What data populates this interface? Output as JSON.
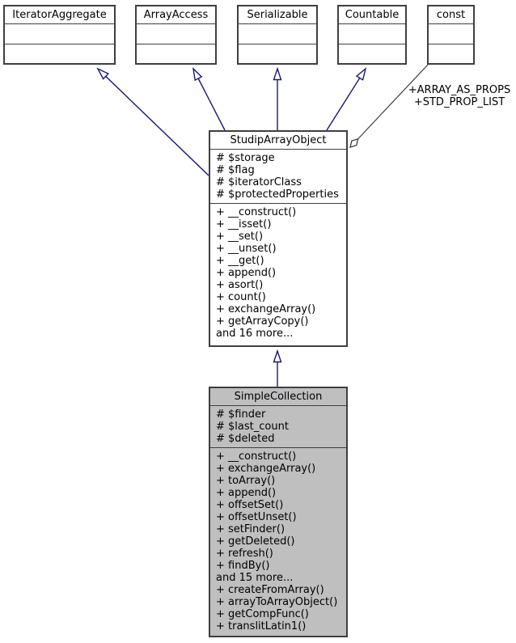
{
  "diagram": {
    "type": "uml-class-inheritance",
    "background": "#ffffff",
    "colors": {
      "inheritance_line": "#191970",
      "usage_line": "#3f3f3f",
      "box_border": "#3f3f3f",
      "box_fill": "#ffffff",
      "highlight_fill": "#bfbfbf",
      "text": "#000000"
    },
    "interfaces": [
      {
        "label": "IteratorAggregate"
      },
      {
        "label": "ArrayAccess"
      },
      {
        "label": "Serializable"
      },
      {
        "label": "Countable"
      },
      {
        "label": "const"
      }
    ],
    "parent_class": {
      "title": "StudipArrayObject",
      "attributes": [
        "# $storage",
        "# $flag",
        "# $iteratorClass",
        "# $protectedProperties"
      ],
      "methods": [
        "+ __construct()",
        "+ __isset()",
        "+ __set()",
        "+ __unset()",
        "+ __get()",
        "+ append()",
        "+ asort()",
        "+ count()",
        "+ exchangeArray()",
        "+ getArrayCopy()",
        "and 16 more..."
      ]
    },
    "main_class": {
      "title": "SimpleCollection",
      "attributes": [
        "# $finder",
        "# $last_count",
        "# $deleted"
      ],
      "methods": [
        "+ __construct()",
        "+ exchangeArray()",
        "+ toArray()",
        "+ append()",
        "+ offsetSet()",
        "+ offsetUnset()",
        "+ setFinder()",
        "+ getDeleted()",
        "+ refresh()",
        "+ findBy()",
        "and 15 more...",
        "+ createFromArray()",
        "+ arrayToArrayObject()",
        "+ getCompFunc()",
        "+ translitLatin1()"
      ]
    },
    "const_relation_labels": [
      "+ARRAY_AS_PROPS",
      "+STD_PROP_LIST"
    ]
  }
}
